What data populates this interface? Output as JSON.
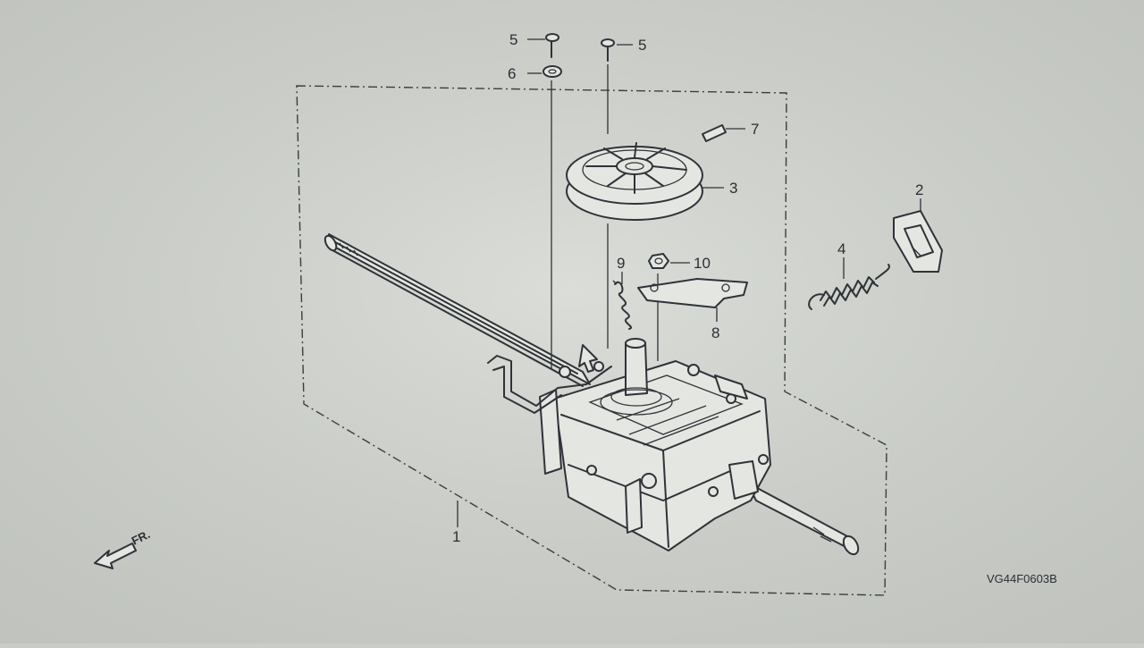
{
  "diagram": {
    "callouts": [
      {
        "id": "c5a",
        "text": "5"
      },
      {
        "id": "c5b",
        "text": "5"
      },
      {
        "id": "c6",
        "text": "6"
      },
      {
        "id": "c7",
        "text": "7"
      },
      {
        "id": "c3",
        "text": "3"
      },
      {
        "id": "c2",
        "text": "2"
      },
      {
        "id": "c4",
        "text": "4"
      },
      {
        "id": "c9",
        "text": "9"
      },
      {
        "id": "c10",
        "text": "10"
      },
      {
        "id": "c8",
        "text": "8"
      },
      {
        "id": "c1",
        "text": "1"
      }
    ],
    "direction_label": "FR.",
    "figure_code": "VG44F0603B",
    "colors": {
      "background": "#c9ccc7",
      "ink": "#2f3338",
      "part_fill": "#e4e6e1"
    }
  }
}
